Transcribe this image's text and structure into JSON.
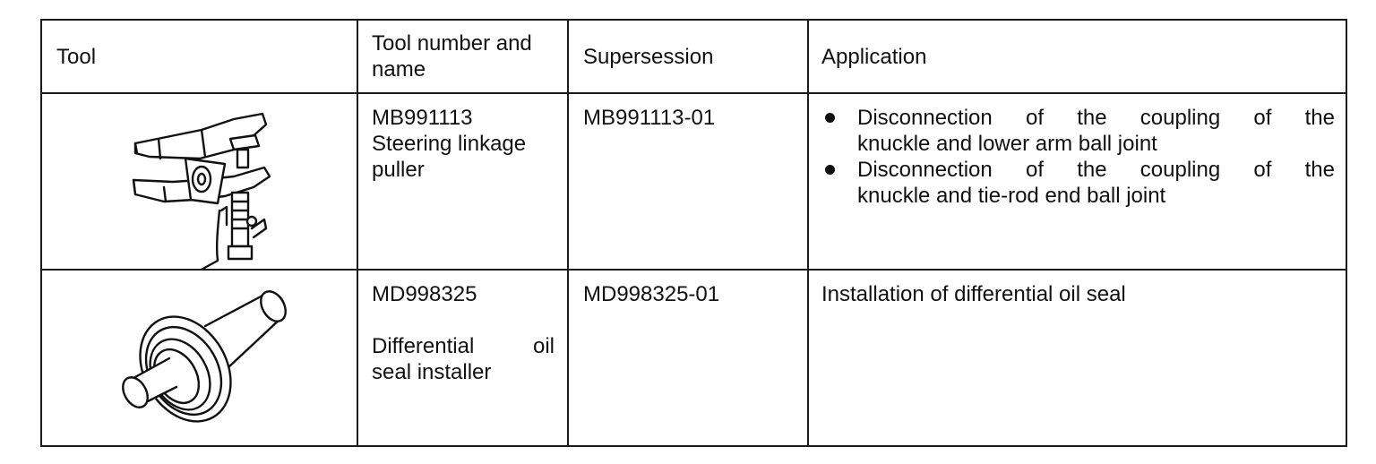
{
  "table": {
    "headers": {
      "tool": "Tool",
      "number_name_line1": "Tool number and",
      "number_name_line2": "name",
      "supersession": "Supersession",
      "application": "Application"
    },
    "rows": [
      {
        "tool_image": "steering-linkage-puller-drawing",
        "number": "MB991113",
        "name_line1": "Steering linkage",
        "name_line2": "puller",
        "supersession": "MB991113-01",
        "applications": [
          {
            "line1": "Disconnection of the coupling of the",
            "line2": "knuckle and lower arm ball joint"
          },
          {
            "line1": "Disconnection of the coupling of the",
            "line2": "knuckle and tie-rod end ball joint"
          }
        ]
      },
      {
        "tool_image": "differential-oil-seal-installer-drawing",
        "number": "MD998325",
        "name_line1": "Differential oil",
        "name_line2": "seal installer",
        "supersession": "MD998325-01",
        "application": "Installation of differential oil seal"
      }
    ]
  }
}
